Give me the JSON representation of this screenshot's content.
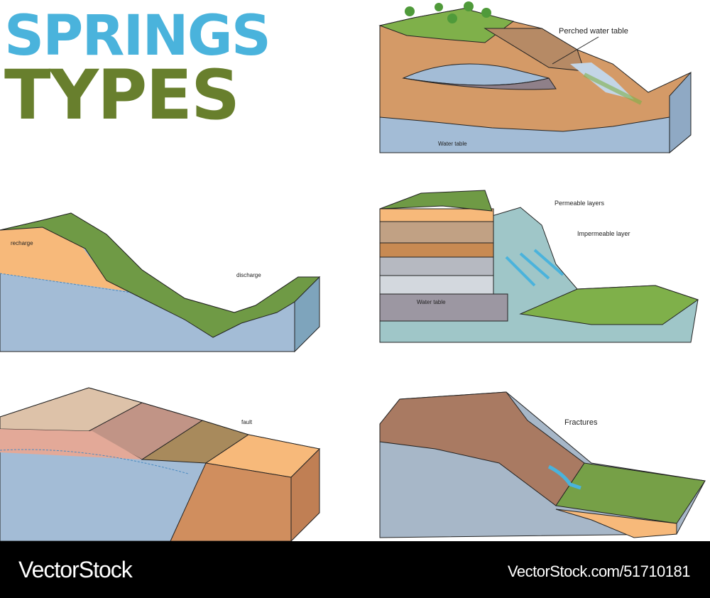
{
  "title": {
    "line1": "SPRINGS",
    "line2": "TYPES",
    "line1_color": "#4ab3dc",
    "line2_color": "#687f2d"
  },
  "panels": [
    {
      "id": "perched",
      "labels": {
        "perched_water_table": "Perched water table",
        "water_table": "Water table"
      }
    },
    {
      "id": "depression",
      "labels": {
        "recharge": "recharge",
        "discharge": "discharge"
      }
    },
    {
      "id": "contact",
      "labels": {
        "permeable_layers": "Permeable layers",
        "impermeable_layer": "Impermeable layer",
        "water_table": "Water table"
      }
    },
    {
      "id": "fault",
      "labels": {
        "fault": "fault"
      }
    },
    {
      "id": "fracture",
      "labels": {
        "fractures": "Fractures"
      }
    }
  ],
  "footer": {
    "brand": "VectorStock",
    "url": "VectorStock.com/51710181"
  },
  "colors": {
    "water": "#a3bcd6",
    "soil": "#d49a67",
    "sand": "#f7b97a",
    "grass": "#6f9a45",
    "rock": "#9c6e58"
  }
}
